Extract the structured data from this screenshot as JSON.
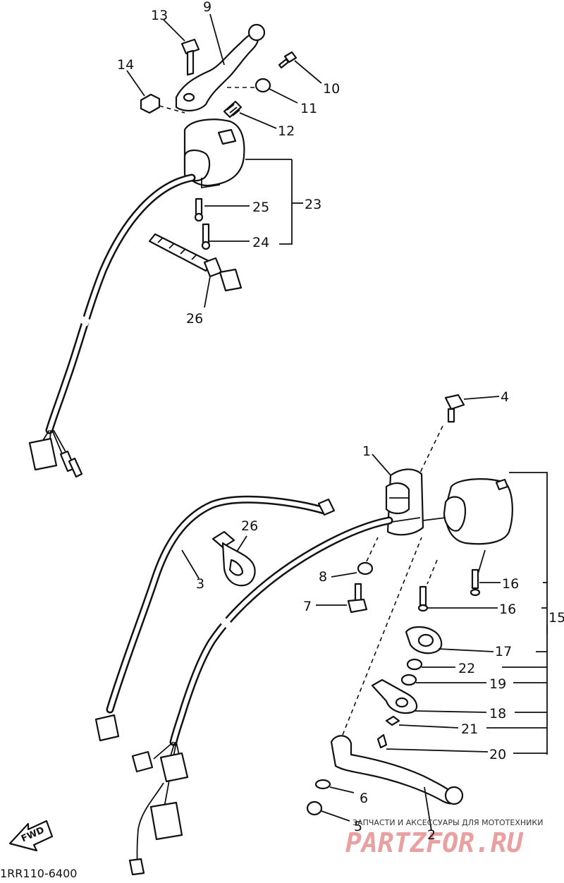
{
  "callouts": [
    {
      "id": "c13",
      "text": "13"
    },
    {
      "id": "c9",
      "text": "9"
    },
    {
      "id": "c14",
      "text": "14"
    },
    {
      "id": "c10",
      "text": "10"
    },
    {
      "id": "c11",
      "text": "11"
    },
    {
      "id": "c12",
      "text": "12"
    },
    {
      "id": "c23",
      "text": "23"
    },
    {
      "id": "c25",
      "text": "25"
    },
    {
      "id": "c24",
      "text": "24"
    },
    {
      "id": "c26a",
      "text": "26"
    },
    {
      "id": "c4",
      "text": "4"
    },
    {
      "id": "c1",
      "text": "1"
    },
    {
      "id": "c26b",
      "text": "26"
    },
    {
      "id": "c3",
      "text": "3"
    },
    {
      "id": "c8",
      "text": "8"
    },
    {
      "id": "c7",
      "text": "7"
    },
    {
      "id": "c16a",
      "text": "16"
    },
    {
      "id": "c16b",
      "text": "16"
    },
    {
      "id": "c15",
      "text": "15"
    },
    {
      "id": "c17",
      "text": "17"
    },
    {
      "id": "c22",
      "text": "22"
    },
    {
      "id": "c19",
      "text": "19"
    },
    {
      "id": "c18",
      "text": "18"
    },
    {
      "id": "c21",
      "text": "21"
    },
    {
      "id": "c20",
      "text": "20"
    },
    {
      "id": "c6",
      "text": "6"
    },
    {
      "id": "c2",
      "text": "2"
    },
    {
      "id": "c5",
      "text": "5"
    }
  ],
  "fwd_label": "FWD",
  "drawing_code": "1RR110-6400",
  "watermark": {
    "tagline": "ЗАПЧАСТИ И АКСЕССУАРЫ ДЛЯ МОТОТЕХНИКИ",
    "logo": "PARTZFOR.RU",
    "color": "#e8a0a0"
  }
}
